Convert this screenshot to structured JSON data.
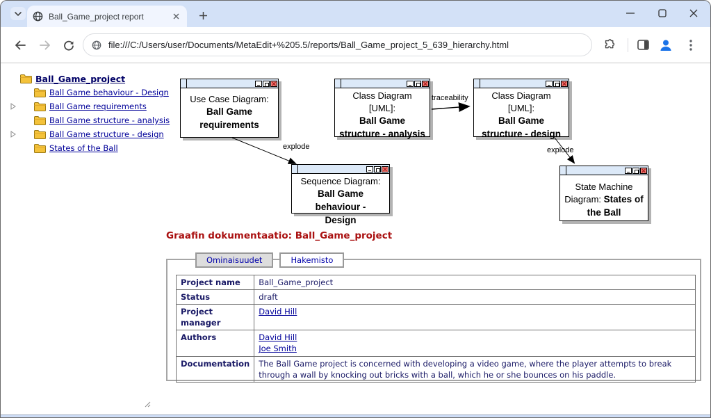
{
  "browser": {
    "tab_title": "Ball_Game_project report",
    "url": "file:///C:/Users/user/Documents/MetaEdit+%205.5/reports/Ball_Game_project_5_639_hierarchy.html"
  },
  "colors": {
    "frame_blue": "#d3e1f7",
    "titlebar_blue": "#dce9f8",
    "close_button_red": "#f08078",
    "heading_red": "#aa1111",
    "link_navy": "#000099",
    "table_text_navy": "#1a1a66",
    "profile_blue": "#1a73e8"
  },
  "sidebar": {
    "root": {
      "label": "Ball_Game_project"
    },
    "items": [
      {
        "label": "Ball Game behaviour - Design",
        "expander": false
      },
      {
        "label": "Ball Game requirements",
        "expander": true
      },
      {
        "label": "Ball Game structure - analysis",
        "expander": false
      },
      {
        "label": "Ball Game structure - design",
        "expander": true
      },
      {
        "label": "States of the Ball",
        "expander": false
      }
    ]
  },
  "diagram": {
    "nodes": [
      {
        "prefix": "Use Case Diagram:",
        "name": "Ball Game requirements"
      },
      {
        "prefix": "Class Diagram [UML]:",
        "name": "Ball Game structure - analysis"
      },
      {
        "prefix": "Class Diagram [UML]:",
        "name": "Ball Game structure - design"
      },
      {
        "prefix": "Sequence Diagram:",
        "name": "Ball Game behaviour - Design"
      },
      {
        "prefix": "State Machine Diagram:",
        "name": "States of the Ball"
      }
    ],
    "edges": [
      {
        "label": "explode",
        "from": "Ball Game requirements",
        "to": "Ball Game behaviour - Design"
      },
      {
        "label": "traceability",
        "from": "Ball Game structure - analysis",
        "to": "Ball Game structure - design"
      },
      {
        "label": "explode",
        "from": "Ball Game structure - design",
        "to": "States of the Ball"
      }
    ]
  },
  "report": {
    "heading": "Graafin dokumentaatio: Ball_Game_project",
    "tabs": [
      {
        "label": "Ominaisuudet",
        "active": true
      },
      {
        "label": "Hakemisto",
        "active": false
      }
    ],
    "table": {
      "rows": [
        {
          "label": "Project name",
          "value": "Ball_Game_project"
        },
        {
          "label": "Status",
          "value": "draft"
        },
        {
          "label": "Project manager",
          "links": [
            "David Hill"
          ]
        },
        {
          "label": "Authors",
          "links": [
            "David Hill",
            "Joe Smith"
          ]
        },
        {
          "label": "Documentation",
          "value": "The Ball Game project is concerned with developing a video game, where the player attempts to break through a wall by knocking out bricks with a ball, which he or she bounces on his paddle."
        }
      ]
    }
  }
}
